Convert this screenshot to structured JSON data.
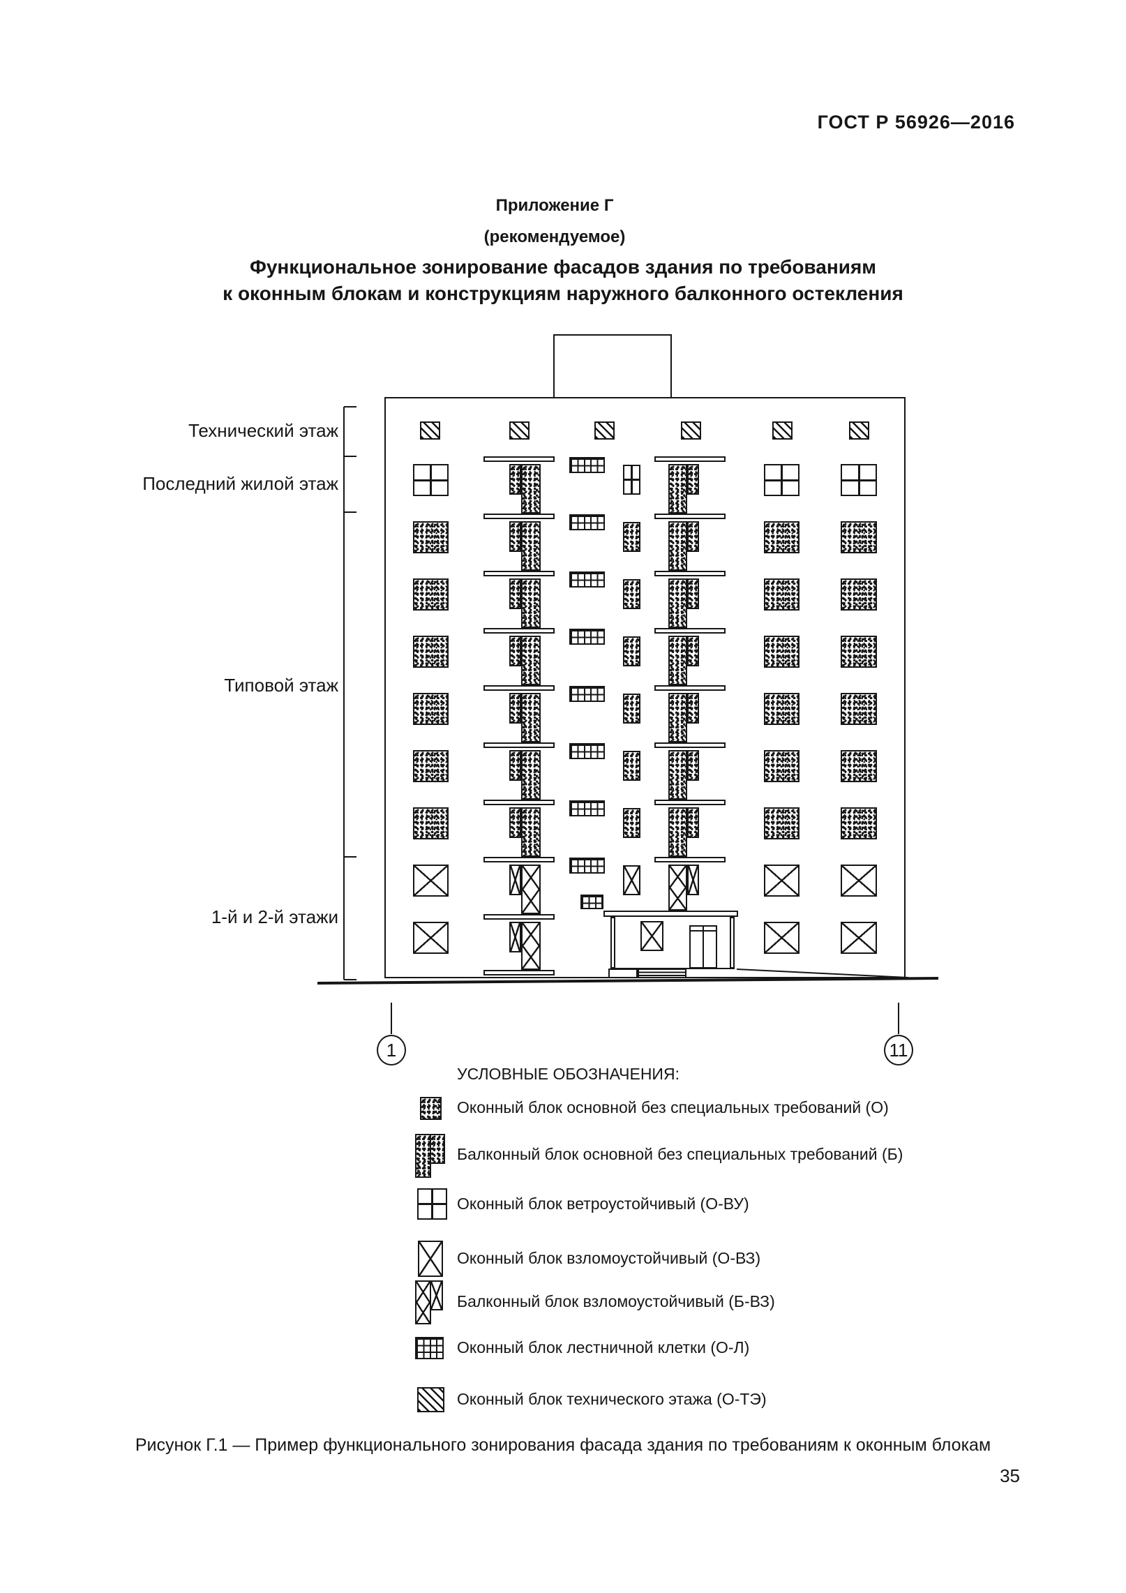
{
  "page": {
    "header": "ГОСТ  Р 56926—2016",
    "number": "35"
  },
  "appendix": {
    "name": "Приложение Г",
    "type": "(рекомендуемое)"
  },
  "title": {
    "line1": "Функциональное зонирование фасадов здания по требованиям",
    "line2": "к оконным блокам и конструкциям наружного балконного остекления"
  },
  "floor_labels": [
    "Технический этаж",
    "Последний жилой этаж",
    "Типовой этаж",
    "1-й и 2-й этажи"
  ],
  "building": {
    "axis_left": "1",
    "axis_right": "11",
    "rows": [
      {
        "kind": "tech",
        "window": "О-ТЭ"
      },
      {
        "kind": "floor",
        "zone": "последний жилой этаж",
        "win": "cross",
        "narrow": "cross",
        "balcony": "spk",
        "stair_window": "О-Л"
      },
      {
        "kind": "floor",
        "zone": "типовой этаж",
        "win": "spk",
        "narrow": "spk",
        "balcony": "spk",
        "stair_window": "О-Л"
      },
      {
        "kind": "floor",
        "zone": "типовой этаж",
        "win": "spk",
        "narrow": "spk",
        "balcony": "spk",
        "stair_window": "О-Л"
      },
      {
        "kind": "floor",
        "zone": "типовой этаж",
        "win": "spk",
        "narrow": "spk",
        "balcony": "spk",
        "stair_window": "О-Л"
      },
      {
        "kind": "floor",
        "zone": "типовой этаж",
        "win": "spk",
        "narrow": "spk",
        "balcony": "spk",
        "stair_window": "О-Л"
      },
      {
        "kind": "floor",
        "zone": "типовой этаж",
        "win": "spk",
        "narrow": "spk",
        "balcony": "spk",
        "stair_window": "О-Л"
      },
      {
        "kind": "floor",
        "zone": "типовой этаж",
        "win": "spk",
        "narrow": "spk",
        "balcony": "spk",
        "stair_window": "О-Л"
      },
      {
        "kind": "floor",
        "zone": "2-й этаж",
        "win": "x",
        "narrow": "x",
        "balcony": "x",
        "stair_window": "О-Л"
      },
      {
        "kind": "floor",
        "zone": "1-й этаж",
        "win": "x",
        "balcony": "x",
        "entrance": true,
        "stair_window": "О-Л"
      }
    ]
  },
  "legend": {
    "header": "УСЛОВНЫЕ ОБОЗНАЧЕНИЯ:",
    "items": [
      {
        "symbol": "window-basic",
        "label": "Оконный блок основной без специальных требований (О)"
      },
      {
        "symbol": "balcony-basic",
        "label": "Балконный блок основной без специальных требований (Б)"
      },
      {
        "symbol": "window-wind-resistant",
        "label": "Оконный блок ветроустойчивый (О-ВУ)"
      },
      {
        "symbol": "window-burglar-resistant",
        "label": "Оконный блок взломоустойчивый (О-ВЗ)"
      },
      {
        "symbol": "balcony-burglar-resistant",
        "label": "Балконный блок взломоустойчивый (Б-ВЗ)"
      },
      {
        "symbol": "window-staircase",
        "label": "Оконный блок лестничной клетки (О-Л)"
      },
      {
        "symbol": "window-technical-floor",
        "label": "Оконный блок технического этажа (О-ТЭ)"
      }
    ]
  },
  "caption": "Рисунок Г.1  —  Пример функционального зонирования фасада здания по требованиям к оконным блокам"
}
